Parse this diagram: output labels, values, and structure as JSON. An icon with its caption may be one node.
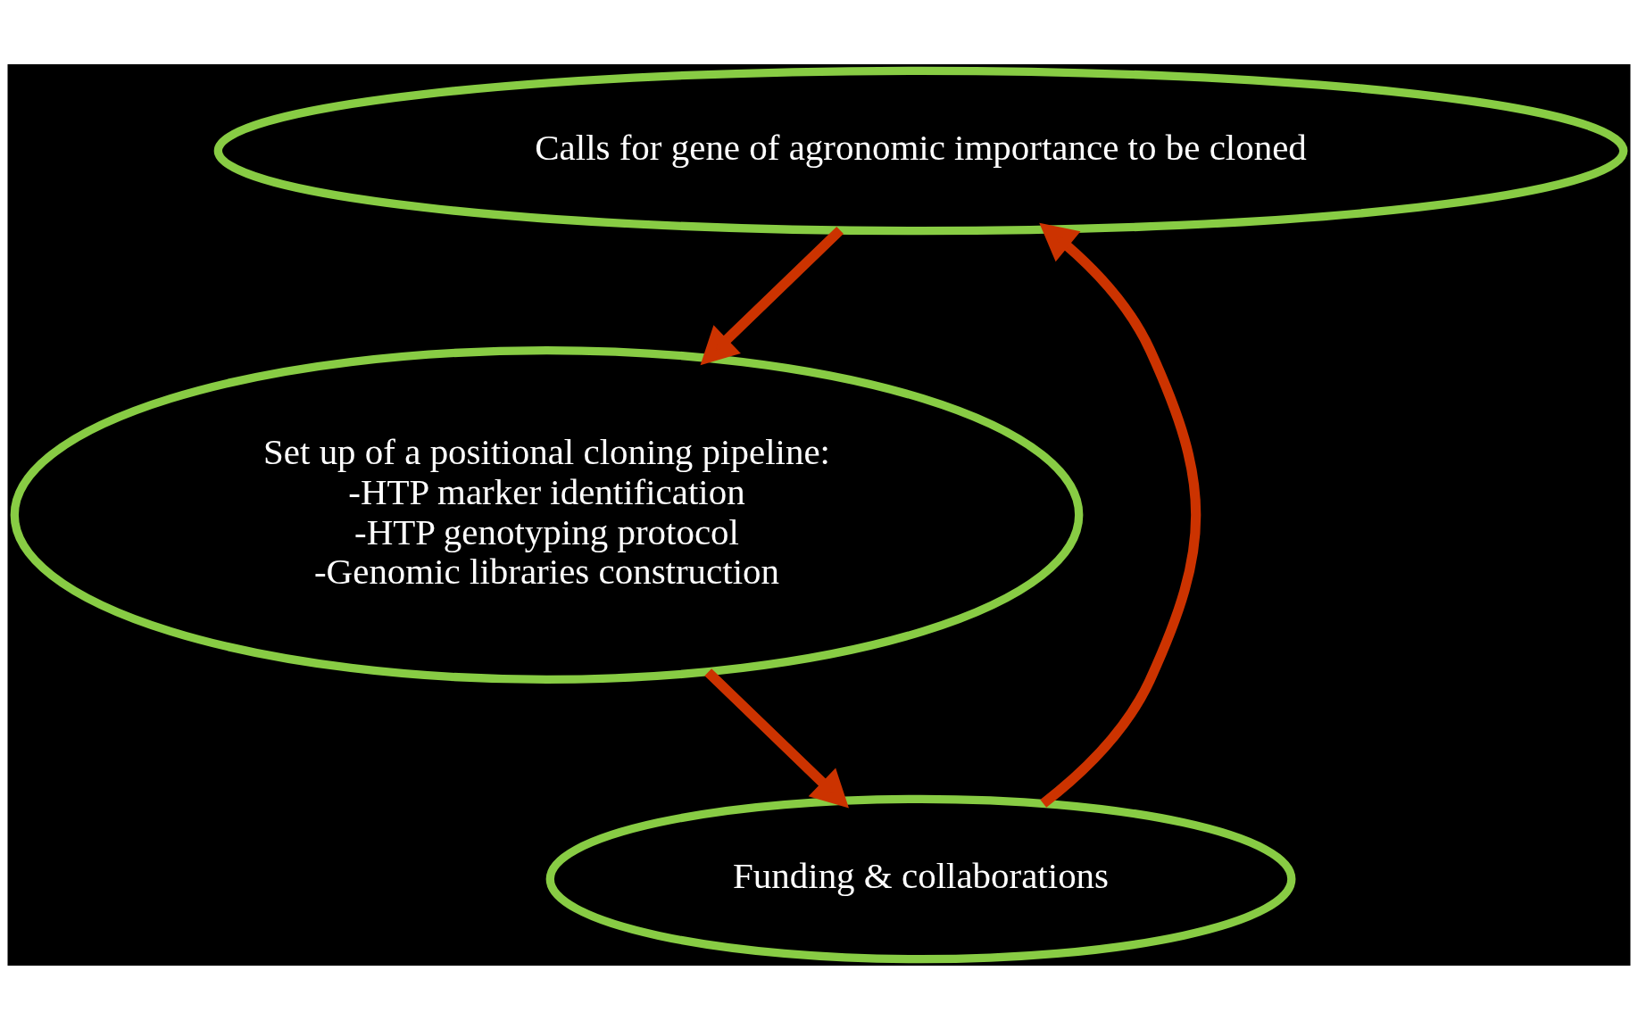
{
  "diagram": {
    "nodes": [
      {
        "text": [
          "Calls for gene of agronomic importance to be cloned"
        ]
      },
      {
        "text": [
          "Set up of a positional cloning pipeline:",
          "-HTP marker identification",
          "-HTP genotyping protocol",
          "-Genomic libraries construction"
        ]
      },
      {
        "text": [
          "Funding & collaborations"
        ]
      }
    ],
    "edges": [
      {
        "from": 0,
        "to": 1,
        "arrow": "to"
      },
      {
        "from": 1,
        "to": 2,
        "arrow": "to"
      },
      {
        "from": 2,
        "to": 0,
        "arrow": "to"
      }
    ]
  }
}
